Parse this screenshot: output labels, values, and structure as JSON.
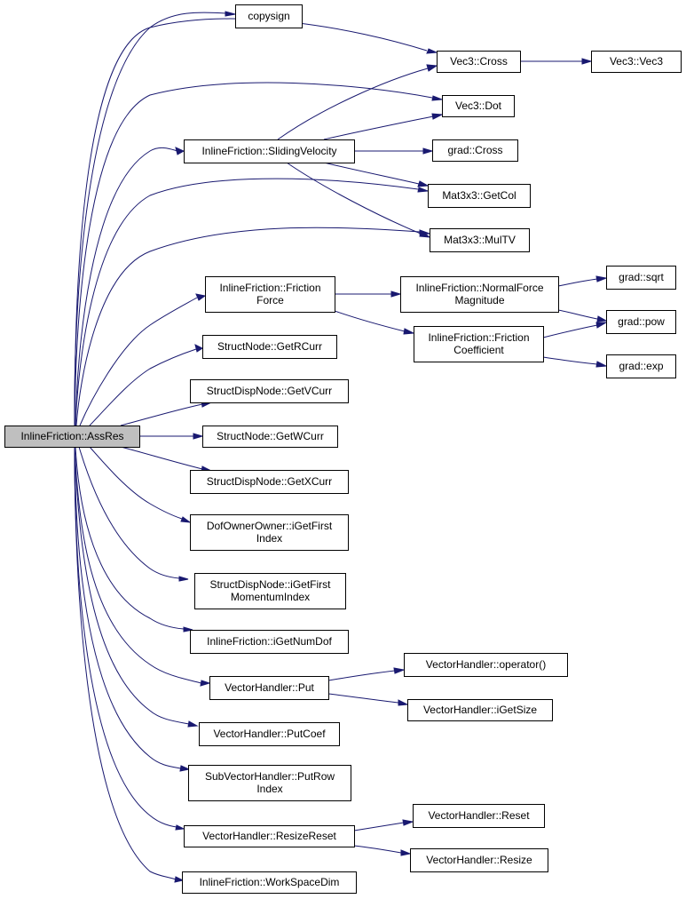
{
  "diagram": {
    "root": "InlineFriction::AssRes",
    "nodes": {
      "root": [
        "InlineFriction::AssRes"
      ],
      "copysign": [
        "copysign"
      ],
      "vec3_cross": [
        "Vec3::Cross"
      ],
      "vec3_vec3": [
        "Vec3::Vec3"
      ],
      "vec3_dot": [
        "Vec3::Dot"
      ],
      "sliding_velocity": [
        "InlineFriction::SlidingVelocity"
      ],
      "grad_cross": [
        "grad::Cross"
      ],
      "mat_getcol": [
        "Mat3x3::GetCol"
      ],
      "mat_multv": [
        "Mat3x3::MulTV"
      ],
      "friction_force": [
        "InlineFriction::Friction",
        "Force"
      ],
      "normal_force": [
        "InlineFriction::NormalForce",
        "Magnitude"
      ],
      "grad_sqrt": [
        "grad::sqrt"
      ],
      "grad_pow": [
        "grad::pow"
      ],
      "friction_coef": [
        "InlineFriction::Friction",
        "Coefficient"
      ],
      "grad_exp": [
        "grad::exp"
      ],
      "getrcurr": [
        "StructNode::GetRCurr"
      ],
      "getvcurr": [
        "StructDispNode::GetVCurr"
      ],
      "getwcurr": [
        "StructNode::GetWCurr"
      ],
      "getxcurr": [
        "StructDispNode::GetXCurr"
      ],
      "dof_first_index": [
        "DofOwnerOwner::iGetFirst",
        "Index"
      ],
      "first_momentum": [
        "StructDispNode::iGetFirst",
        "MomentumIndex"
      ],
      "num_dof": [
        "InlineFriction::iGetNumDof"
      ],
      "vh_put": [
        "VectorHandler::Put"
      ],
      "vh_operator": [
        "VectorHandler::operator()"
      ],
      "vh_getsize": [
        "VectorHandler::iGetSize"
      ],
      "vh_putcoef": [
        "VectorHandler::PutCoef"
      ],
      "svh_putrow": [
        "SubVectorHandler::PutRow",
        "Index"
      ],
      "vh_resizereset": [
        "VectorHandler::ResizeReset"
      ],
      "vh_reset": [
        "VectorHandler::Reset"
      ],
      "vh_resize": [
        "VectorHandler::Resize"
      ],
      "workspace_dim": [
        "InlineFriction::WorkSpaceDim"
      ]
    },
    "edges": [
      [
        "root",
        "copysign"
      ],
      [
        "root",
        "vec3_cross"
      ],
      [
        "root",
        "vec3_dot"
      ],
      [
        "root",
        "sliding_velocity"
      ],
      [
        "root",
        "mat_getcol"
      ],
      [
        "root",
        "mat_multv"
      ],
      [
        "root",
        "friction_force"
      ],
      [
        "root",
        "getrcurr"
      ],
      [
        "root",
        "getvcurr"
      ],
      [
        "root",
        "getwcurr"
      ],
      [
        "root",
        "getxcurr"
      ],
      [
        "root",
        "dof_first_index"
      ],
      [
        "root",
        "first_momentum"
      ],
      [
        "root",
        "num_dof"
      ],
      [
        "root",
        "vh_put"
      ],
      [
        "root",
        "vh_putcoef"
      ],
      [
        "root",
        "svh_putrow"
      ],
      [
        "root",
        "vh_resizereset"
      ],
      [
        "root",
        "workspace_dim"
      ],
      [
        "vec3_cross",
        "vec3_vec3"
      ],
      [
        "sliding_velocity",
        "vec3_cross"
      ],
      [
        "sliding_velocity",
        "vec3_dot"
      ],
      [
        "sliding_velocity",
        "grad_cross"
      ],
      [
        "sliding_velocity",
        "mat_getcol"
      ],
      [
        "sliding_velocity",
        "mat_multv"
      ],
      [
        "friction_force",
        "normal_force"
      ],
      [
        "friction_force",
        "friction_coef"
      ],
      [
        "normal_force",
        "grad_sqrt"
      ],
      [
        "normal_force",
        "grad_pow"
      ],
      [
        "friction_coef",
        "grad_pow"
      ],
      [
        "friction_coef",
        "grad_exp"
      ],
      [
        "vh_put",
        "vh_operator"
      ],
      [
        "vh_put",
        "vh_getsize"
      ],
      [
        "vh_resizereset",
        "vh_reset"
      ],
      [
        "vh_resizereset",
        "vh_resize"
      ]
    ],
    "colors": {
      "edge": "#191970",
      "node_border": "#000000",
      "node_fill": "#ffffff",
      "root_fill": "#bfbfbf"
    }
  }
}
